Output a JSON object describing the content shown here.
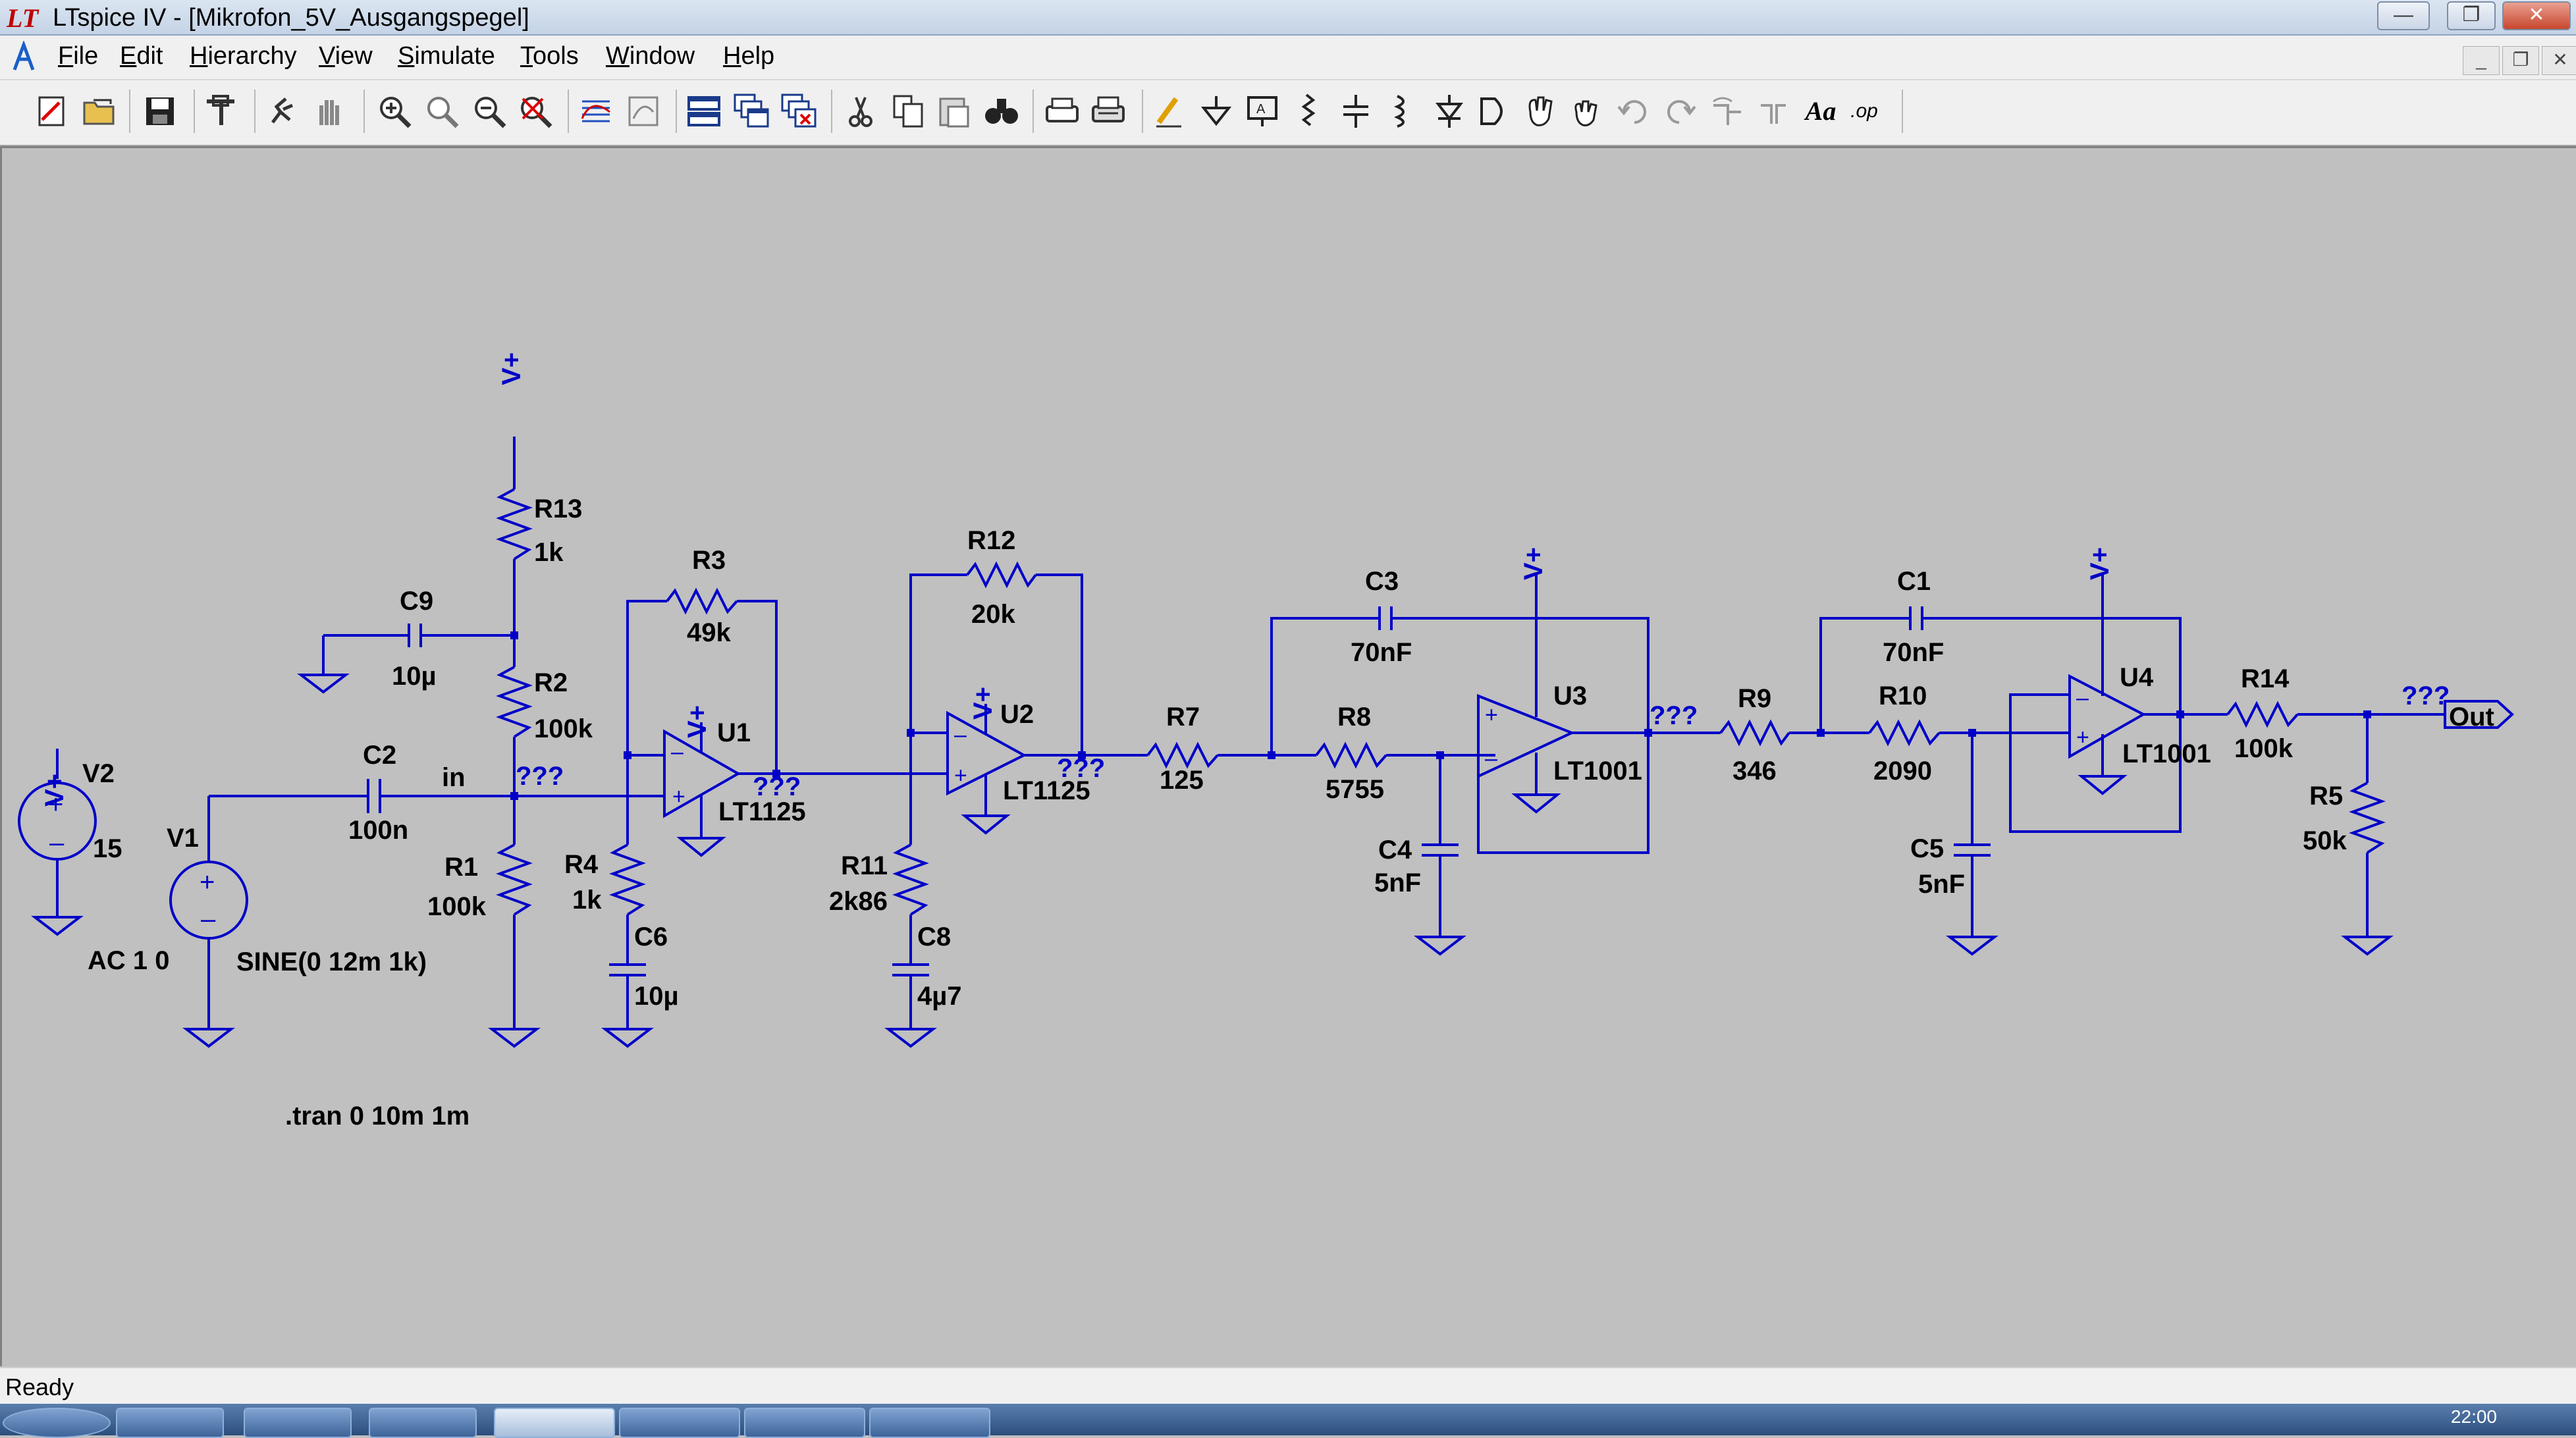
{
  "window": {
    "logo": "LT",
    "title": "LTspice IV - [Mikrofon_5V_Ausgangspegel]",
    "buttons": {
      "minimize": "—",
      "restore": "❐",
      "close": "✕"
    },
    "mdi_buttons": {
      "minimize": "_",
      "restore": "❐",
      "close": "✕"
    }
  },
  "menu": {
    "items": [
      "File",
      "Edit",
      "Hierarchy",
      "View",
      "Simulate",
      "Tools",
      "Window",
      "Help"
    ]
  },
  "toolbar": {
    "icons": [
      "new-schematic-icon",
      "open-icon",
      "save-icon",
      "control-panel-icon",
      "run-icon",
      "halt-icon",
      "zoom-in-icon",
      "zoom-pan-icon",
      "zoom-out-icon",
      "zoom-fit-icon",
      "autorange-icon",
      "autorange-y-icon",
      "tile-horizontal-icon",
      "cascade-icon",
      "close-windows-icon",
      "cut-icon",
      "copy-icon",
      "paste-icon",
      "find-icon",
      "print-setup-icon",
      "print-icon",
      "draw-wire-icon",
      "ground-icon",
      "label-net-icon",
      "resistor-icon",
      "capacitor-icon",
      "inductor-icon",
      "diode-icon",
      "component-icon",
      "move-icon",
      "drag-icon",
      "undo-icon",
      "redo-icon",
      "rotate-icon",
      "mirror-icon",
      "text-icon",
      "spice-directive-icon"
    ],
    "text_icons": {
      "text": "Aa",
      "spice": ".op"
    }
  },
  "schematic": {
    "components": {
      "V2": {
        "name": "V2",
        "value": "15"
      },
      "V1": {
        "name": "V1",
        "value": "SINE(0 12m 1k)",
        "ac": "AC 1 0"
      },
      "C2": {
        "name": "C2",
        "value": "100n"
      },
      "C9": {
        "name": "C9",
        "value": "10µ"
      },
      "R13": {
        "name": "R13",
        "value": "1k"
      },
      "R2": {
        "name": "R2",
        "value": "100k"
      },
      "R1": {
        "name": "R1",
        "value": "100k"
      },
      "R4": {
        "name": "R4",
        "value": "1k"
      },
      "C6": {
        "name": "C6",
        "value": "10µ"
      },
      "R3": {
        "name": "R3",
        "value": "49k"
      },
      "U1": {
        "name": "U1",
        "value": "LT1125"
      },
      "R12": {
        "name": "R12",
        "value": "20k"
      },
      "U2": {
        "name": "U2",
        "value": "LT1125"
      },
      "R11": {
        "name": "R11",
        "value": "2k86"
      },
      "C8": {
        "name": "C8",
        "value": "4µ7"
      },
      "R7": {
        "name": "R7",
        "value": "125"
      },
      "C3": {
        "name": "C3",
        "value": "70nF"
      },
      "R8": {
        "name": "R8",
        "value": "5755"
      },
      "C4": {
        "name": "C4",
        "value": "5nF"
      },
      "U3": {
        "name": "U3",
        "value": "LT1001"
      },
      "R9": {
        "name": "R9",
        "value": "346"
      },
      "C1": {
        "name": "C1",
        "value": "70nF"
      },
      "R10": {
        "name": "R10",
        "value": "2090"
      },
      "C5": {
        "name": "C5",
        "value": "5nF"
      },
      "U4": {
        "name": "U4",
        "value": "LT1001"
      },
      "R14": {
        "name": "R14",
        "value": "100k"
      },
      "R5": {
        "name": "R5",
        "value": "50k"
      }
    },
    "net_labels": {
      "in": "in",
      "unknown": "???",
      "out": "Out",
      "vplus": "V+"
    },
    "directive": ".tran 0 10m 1m",
    "wire_color": "#0000c8",
    "text_color": "#000000",
    "label_color": "#0000c8"
  },
  "status": {
    "text": "Ready"
  },
  "taskbar": {
    "clock": "22:00"
  }
}
